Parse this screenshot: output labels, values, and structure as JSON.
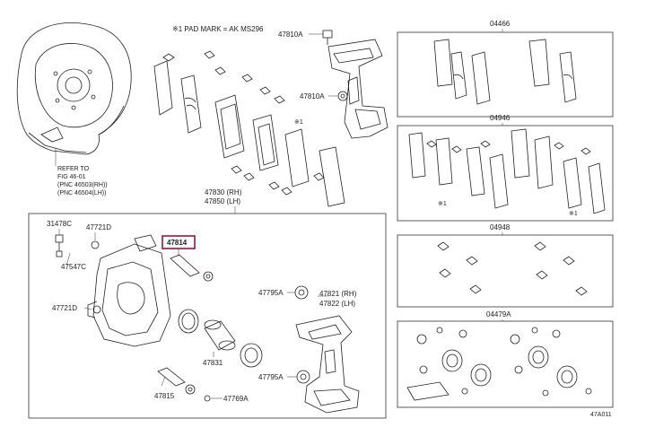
{
  "note": "※1 PAD MARK = AK MS296",
  "refer_to": {
    "line1": "REFER TO",
    "line2": "FIG 46-01",
    "line3": "(PNC 46503(RH))",
    "line4": "(PNC 46504(LH))"
  },
  "labels": {
    "p47810a_top": "47810A",
    "p47810a_mid": "47810A",
    "mark1": "※1",
    "p47830": "47830 (RH)",
    "p47850": "47850 (LH)",
    "p31478c": "31478C",
    "p47721d_top": "47721D",
    "p47547c": "47547C",
    "p47721d_bot": "47721D",
    "p47814": "47814",
    "p47795a_top": "47795A",
    "p47821": "47821 (RH)",
    "p47822": "47822 (LH)",
    "p47831": "47831",
    "p47815": "47815",
    "p47769a": "47769A",
    "p47795a_bot": "47795A"
  },
  "kits": [
    {
      "code": "04466"
    },
    {
      "code": "04946",
      "mark_a": "※1",
      "mark_b": "※1"
    },
    {
      "code": "04948"
    },
    {
      "code": "04479A"
    }
  ],
  "figure_id": "47A011"
}
